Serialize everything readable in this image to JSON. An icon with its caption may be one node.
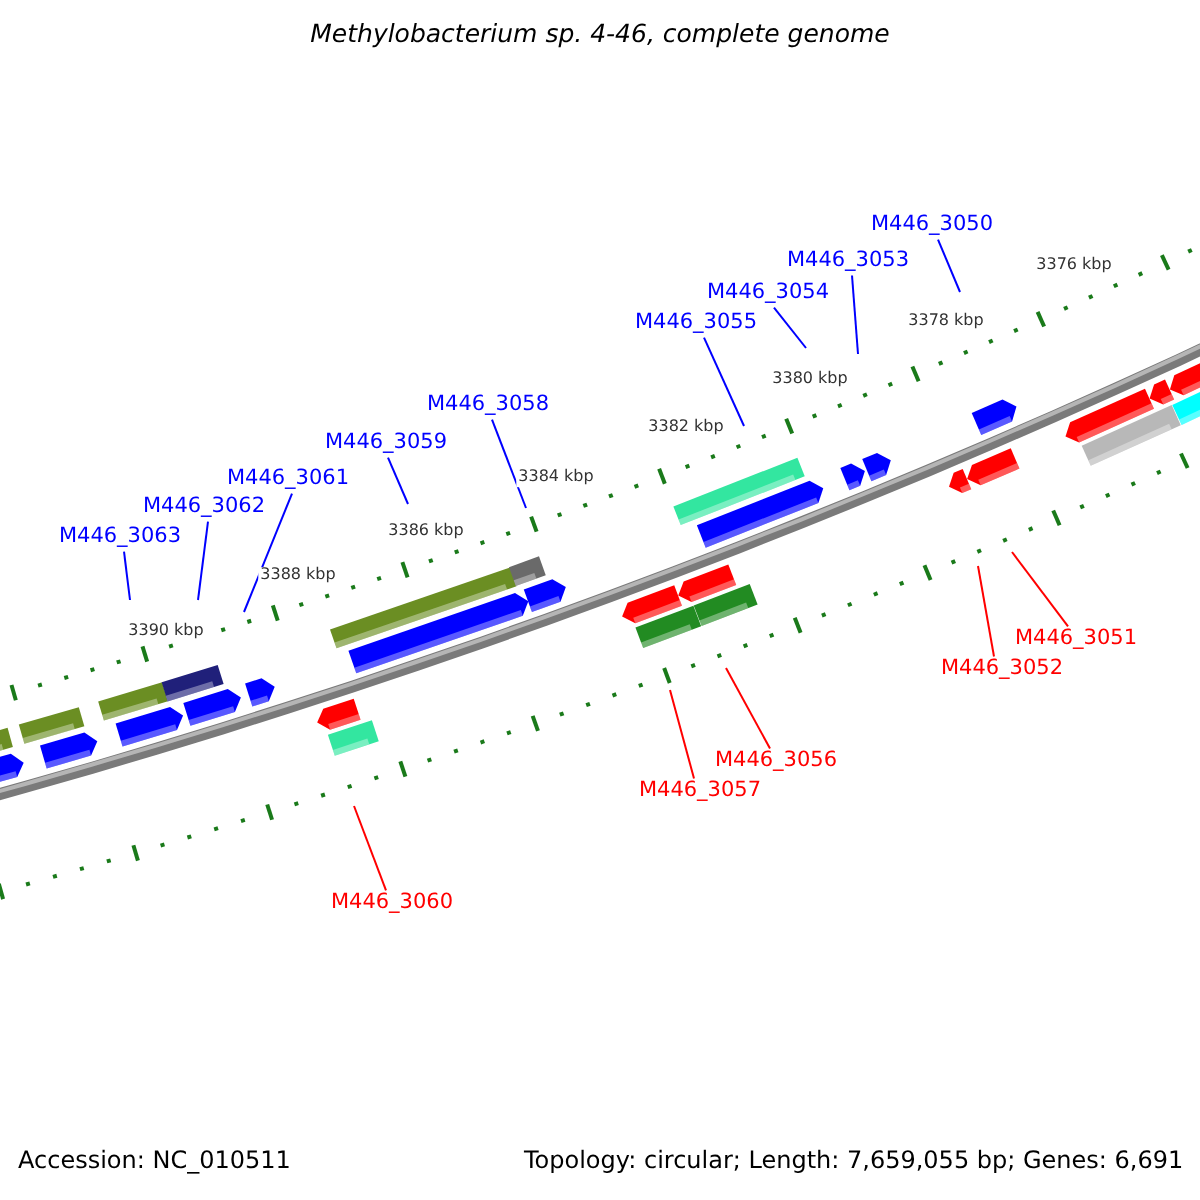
{
  "diagram": {
    "title": "Methylobacterium sp. 4-46, complete genome",
    "nodes": [
      {
        "text": [
          "M446_3050"
        ]
      },
      {
        "text": [
          "M446_3053"
        ]
      },
      {
        "text": [
          "M446_3054"
        ]
      },
      {
        "text": [
          "M446_3055"
        ]
      },
      {
        "text": [
          "M446_3058"
        ]
      },
      {
        "text": [
          "M446_3059"
        ]
      },
      {
        "text": [
          "M446_3061"
        ]
      },
      {
        "text": [
          "M446_3062"
        ]
      },
      {
        "text": [
          "M446_3063"
        ]
      },
      {
        "text": [
          "M446_3051"
        ]
      },
      {
        "text": [
          "M446_3052"
        ]
      },
      {
        "text": [
          "M446_3056"
        ]
      },
      {
        "text": [
          "M446_3057"
        ]
      },
      {
        "text": [
          "M446_3060"
        ]
      }
    ],
    "edges": [
      {
        "from": 0,
        "to": null,
        "arrow": "none"
      },
      {
        "from": 1,
        "to": null,
        "arrow": "none"
      },
      {
        "from": 2,
        "to": null,
        "arrow": "none"
      },
      {
        "from": 3,
        "to": null,
        "arrow": "none"
      },
      {
        "from": 4,
        "to": null,
        "arrow": "none"
      },
      {
        "from": 5,
        "to": null,
        "arrow": "none"
      },
      {
        "from": 6,
        "to": null,
        "arrow": "none"
      },
      {
        "from": 7,
        "to": null,
        "arrow": "none"
      },
      {
        "from": 8,
        "to": null,
        "arrow": "none"
      },
      {
        "from": 9,
        "to": null,
        "arrow": "none",
        "color": "#ff0000"
      },
      {
        "from": 10,
        "to": null,
        "arrow": "none",
        "color": "#ff0000"
      },
      {
        "from": 11,
        "to": null,
        "arrow": "none",
        "color": "#ff0000"
      },
      {
        "from": 12,
        "to": null,
        "arrow": "none",
        "color": "#ff0000"
      },
      {
        "from": 13,
        "to": null,
        "arrow": "none",
        "color": "#ff0000"
      }
    ],
    "labels": [
      "3376 kbp",
      "3378 kbp",
      "3380 kbp",
      "3382 kbp",
      "3384 kbp",
      "3386 kbp",
      "3388 kbp",
      "3390 kbp",
      "Accession: NC_010511",
      "Topology: circular; Length: 7,659,055 bp; Genes: 6,691"
    ]
  }
}
